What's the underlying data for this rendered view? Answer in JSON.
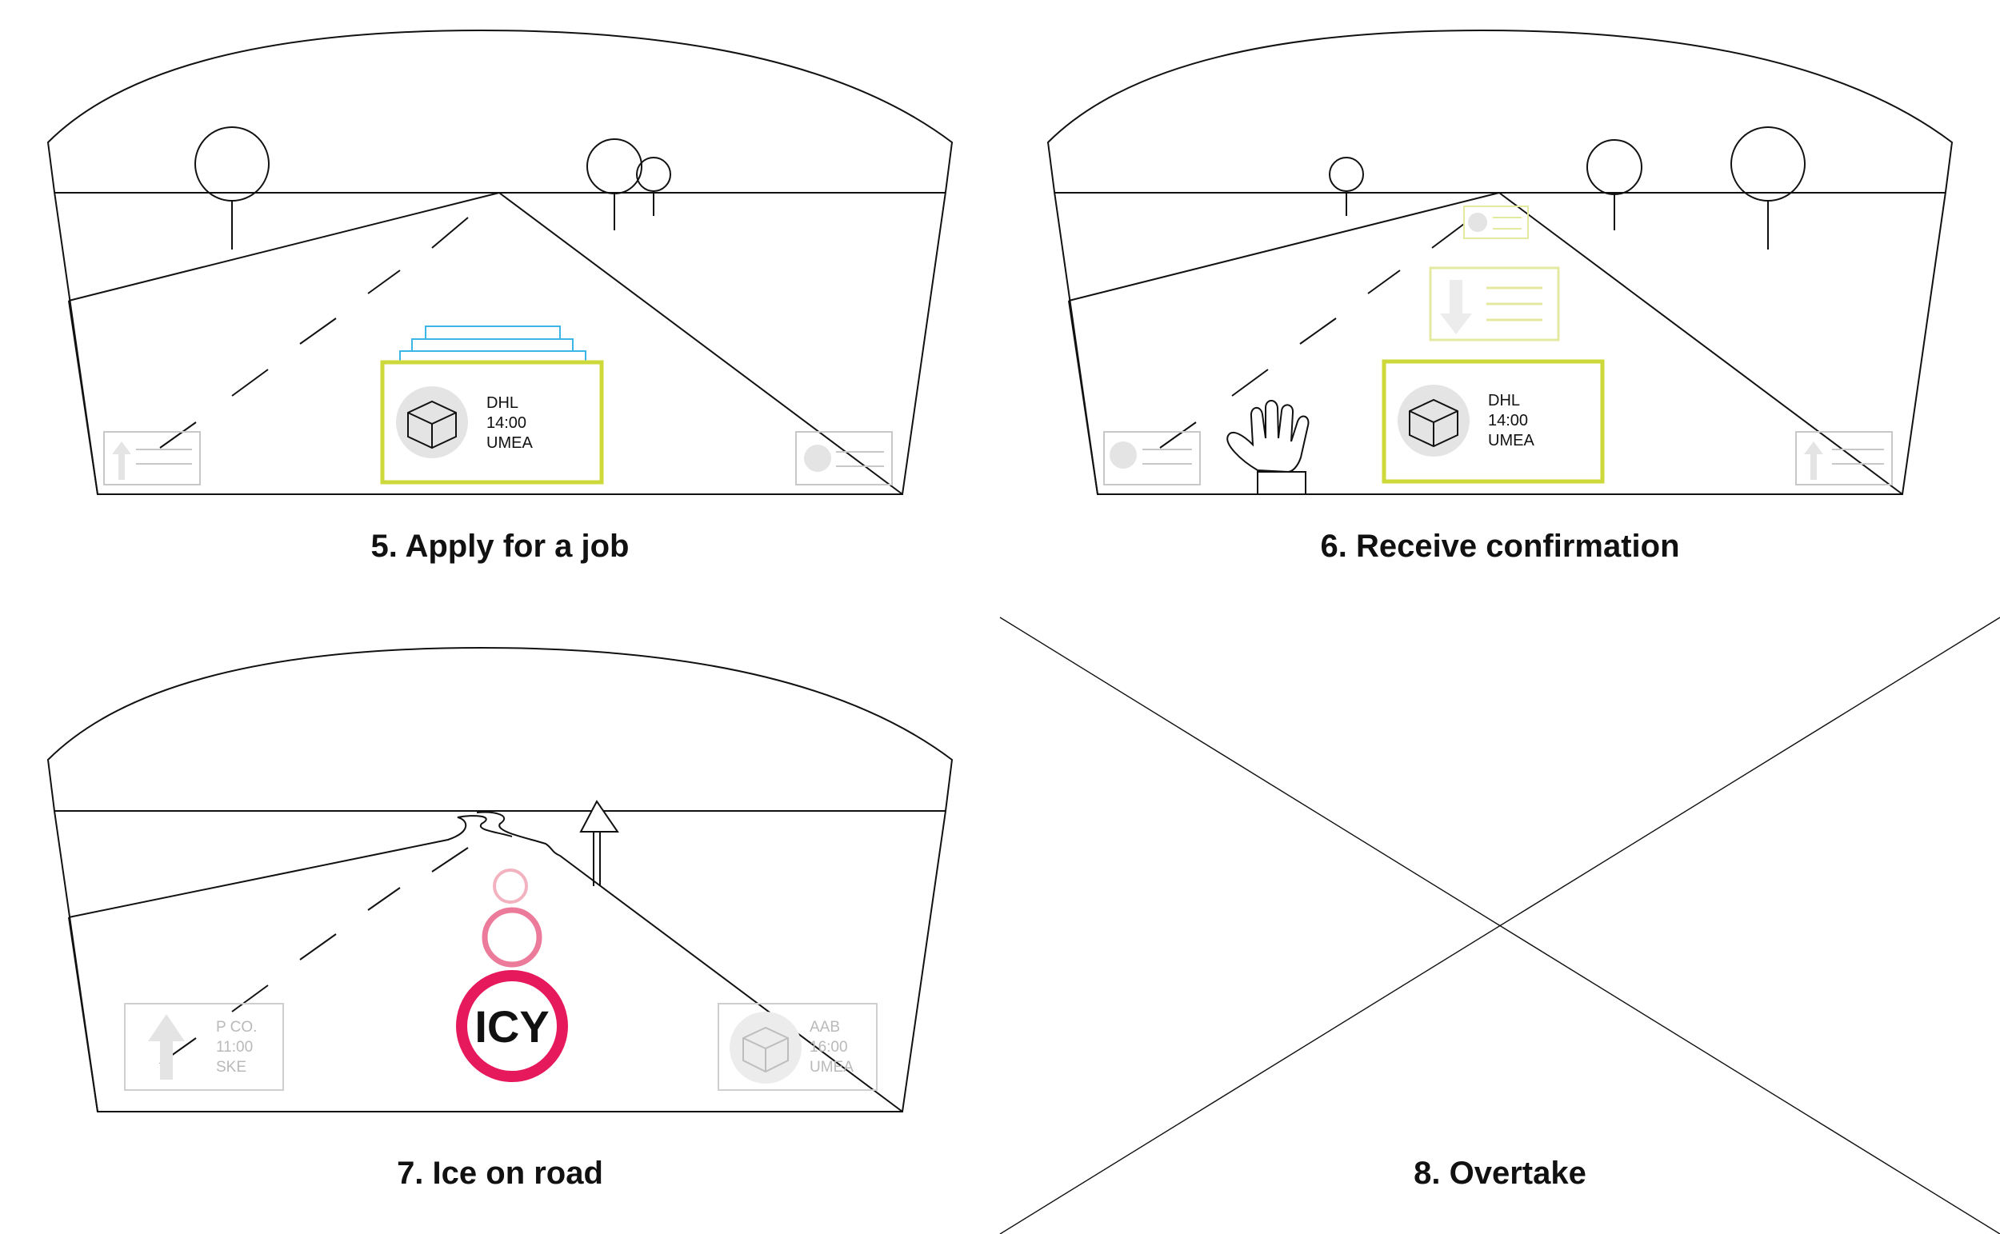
{
  "colors": {
    "outline": "#111111",
    "highlight_green": "#cdd93a",
    "highlight_green_faded": "#e4e9a0",
    "stack_blue": "#3bb6e6",
    "icy_red": "#e5195c",
    "icy_pink": "#ec7a9a",
    "icy_pink_light": "#f2b2c0",
    "faded_gray": "#c8c8c8",
    "circle_gray": "#e4e4e4"
  },
  "panels": [
    {
      "id": "panel-5",
      "caption": "5. Apply for a job",
      "job_card": {
        "company": "DHL",
        "time": "14:00",
        "destination": "UMEA",
        "icon": "package-box-icon"
      }
    },
    {
      "id": "panel-6",
      "caption": "6. Receive confirmation",
      "job_card": {
        "company": "DHL",
        "time": "14:00",
        "destination": "UMEA",
        "icon": "package-box-icon"
      },
      "gesture_icon": "raised-hand-icon",
      "incoming_icon": "down-arrow-icon"
    },
    {
      "id": "panel-7",
      "caption": "7. Ice on road",
      "warning_label": "ICY",
      "left_card": {
        "company": "P CO.",
        "time": "11:00",
        "destination": "SKE",
        "icon": "up-arrow-icon"
      },
      "right_card": {
        "company": "AAB",
        "time": "16:00",
        "destination": "UMEA",
        "icon": "package-box-icon"
      },
      "road_sign_icon": "warning-triangle-sign-icon"
    },
    {
      "id": "panel-8",
      "caption": "8. Overtake",
      "placeholder": "crossed-out-empty-panel"
    }
  ]
}
